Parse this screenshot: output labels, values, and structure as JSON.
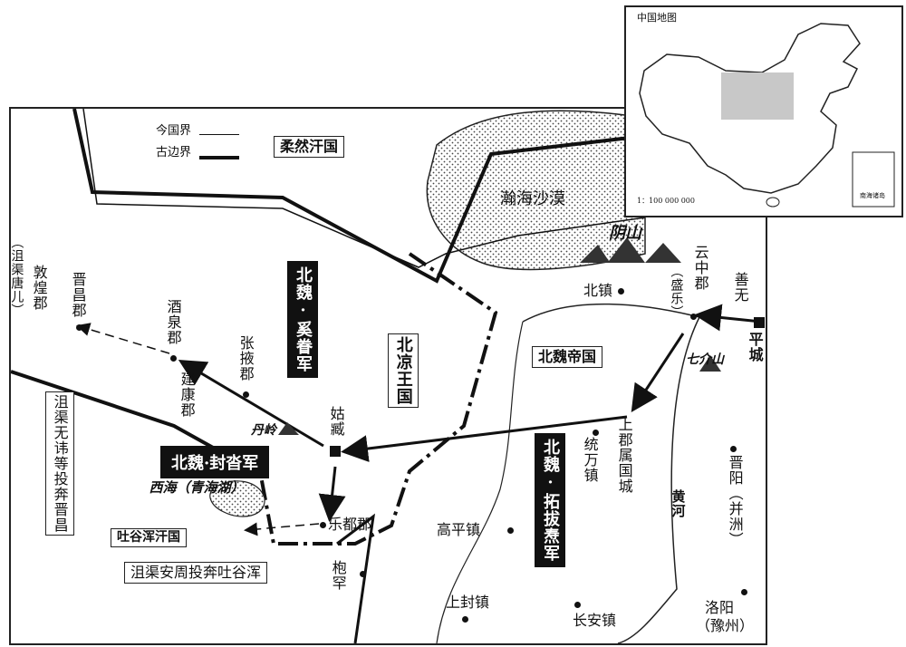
{
  "legend": {
    "modern_border": "今国界",
    "ancient_border": "古边界"
  },
  "regions": {
    "rouran": "柔然汗国",
    "desert": "瀚海沙漠",
    "northern_wei_empire": "北魏帝国",
    "beiliang": "北凉王国",
    "tuyuhun": "吐谷浑汗国",
    "yinshan": "阴山",
    "qijie_mountain": "七介山",
    "danling": "丹岭",
    "lake": "西海（青海湖）",
    "yellow_river": "黄河"
  },
  "places": {
    "dunhuang": "敦煌郡",
    "juqu_tanger": "（沮渠唐儿）",
    "jinchang": "晋昌郡",
    "jiuquan": "酒泉郡",
    "zhangye": "张掖郡",
    "jiankang": "建康郡",
    "guzang": "姑臧",
    "ledu": "乐都郡",
    "baohan": "枹罕",
    "gaoping": "高平镇",
    "shangfeng": "上封镇",
    "changan": "长安镇",
    "tongwan": "统万镇",
    "shangjun": "上郡属国城",
    "beizhen": "北镇",
    "yunzhong": "云中郡",
    "shengle": "（盛乐）",
    "shanwu": "善无",
    "pingcheng": "平城",
    "jinyang": "晋阳（并洲）",
    "luoyang": "洛阳",
    "yuzhou": "（豫州）"
  },
  "armies": {
    "xi_jun": "北魏·奚眷军",
    "feng_tan": "北魏·封沓军",
    "tuoba": "北魏·拓拔焘军"
  },
  "notes": {
    "juqu_wuhui": "沮渠无讳等投奔晋昌",
    "juqu_anzhou": "沮渠安周投奔吐谷浑"
  },
  "inset": {
    "title": "中国地图",
    "scale": "1：100 000 000",
    "south_sea": "南海诸岛"
  }
}
